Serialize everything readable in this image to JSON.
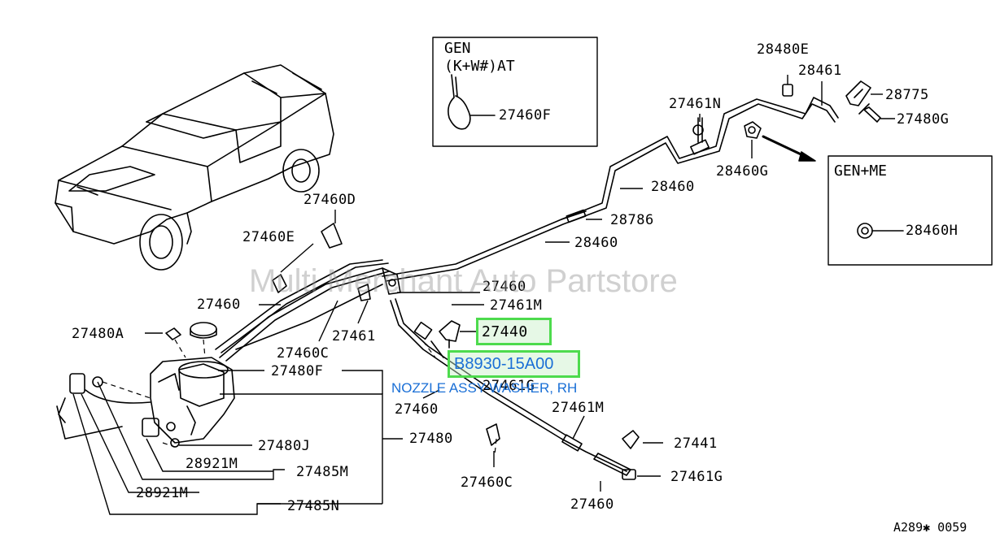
{
  "watermark": "Multi Merchant Auto Partstore",
  "drawing_code": "A289✱ 0059",
  "inset_gen": {
    "line1": "GEN",
    "line2": "(K+W#)AT",
    "part": "27460F"
  },
  "inset_genme": {
    "title": "GEN+ME",
    "part": "28460H"
  },
  "highlight": {
    "part_27440": "27440",
    "part_number": "B8930-15A00",
    "overlap_text": "27461G",
    "tooltip": "NOZZLE ASSY-WASHER, RH"
  },
  "parts": {
    "p28480E": "28480E",
    "p28461": "28461",
    "p28775": "28775",
    "p27480G": "27480G",
    "p27461N": "27461N",
    "p28460G": "28460G",
    "p28460a": "28460",
    "p28786": "28786",
    "p28460b": "28460",
    "p27460D": "27460D",
    "p27460E": "27460E",
    "p27460a": "27460",
    "p27460b": "27460",
    "p27461Ma": "27461M",
    "p27461a": "27461",
    "p27460Ca": "27460C",
    "p27480A": "27480A",
    "p27480F": "27480F",
    "p27460c": "27460",
    "p27461Mb": "27461M",
    "p27480": "27480",
    "p27480J": "27480J",
    "p27441": "27441",
    "p28921Ma": "28921M",
    "p27485M": "27485M",
    "p27460Cb": "27460C",
    "p27461G": "27461G",
    "p28921Mb": "28921M",
    "p27485N": "27485N",
    "p27460d": "27460"
  }
}
